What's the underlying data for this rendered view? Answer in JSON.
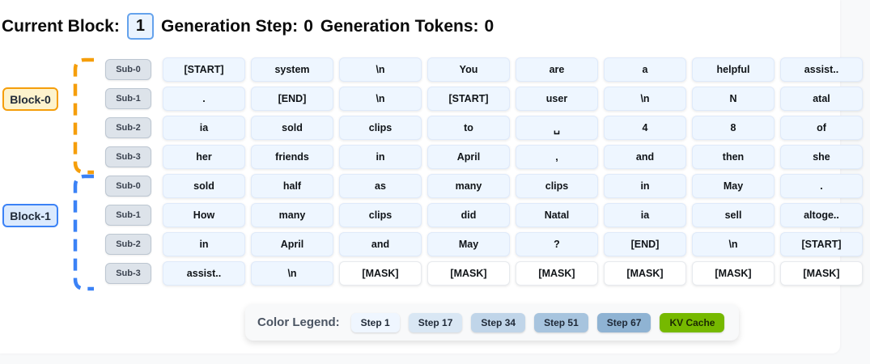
{
  "header": {
    "current_block_label": "Current Block:",
    "current_block_value": "1",
    "generation_step_label": "Generation Step:",
    "generation_step_value": "0",
    "generation_tokens_label": "Generation Tokens:",
    "generation_tokens_value": "0",
    "chip_bg": "#eaf3fe",
    "chip_border": "#64a2ec"
  },
  "blocks": [
    {
      "label": "Block-0",
      "bracket_color": "#f59e0b",
      "label_bg": "#fdf3cd",
      "label_border": "#f59e0b",
      "subs": [
        {
          "label": "Sub-0",
          "tokens": [
            "[START]",
            "system",
            "\\n",
            "You",
            "are",
            "a",
            "helpful",
            "assist.."
          ]
        },
        {
          "label": "Sub-1",
          "tokens": [
            ".",
            "[END]",
            "\\n",
            "[START]",
            "user",
            "\\n",
            "N",
            "atal"
          ]
        },
        {
          "label": "Sub-2",
          "tokens": [
            "ia",
            "sold",
            "clips",
            "to",
            "␣",
            "4",
            "8",
            "of"
          ]
        },
        {
          "label": "Sub-3",
          "tokens": [
            "her",
            "friends",
            "in",
            "April",
            ",",
            "and",
            "then",
            "she"
          ]
        }
      ]
    },
    {
      "label": "Block-1",
      "bracket_color": "#3b82f6",
      "label_bg": "#dbeafe",
      "label_border": "#3b82f6",
      "subs": [
        {
          "label": "Sub-0",
          "tokens": [
            "sold",
            "half",
            "as",
            "many",
            "clips",
            "in",
            "May",
            "."
          ]
        },
        {
          "label": "Sub-1",
          "tokens": [
            "How",
            "many",
            "clips",
            "did",
            "Natal",
            "ia",
            "sell",
            "altoge.."
          ]
        },
        {
          "label": "Sub-2",
          "tokens": [
            "in",
            "April",
            "and",
            "May",
            "?",
            "[END]",
            "\\n",
            "[START]"
          ]
        },
        {
          "label": "Sub-3",
          "tokens": [
            "assist..",
            "\\n",
            "[MASK]",
            "[MASK]",
            "[MASK]",
            "[MASK]",
            "[MASK]",
            "[MASK]"
          ]
        }
      ]
    }
  ],
  "mask_token": "[MASK]",
  "legend": {
    "title": "Color Legend:",
    "items": [
      {
        "label": "Step 1",
        "color": "#eff6ff",
        "text_color": "#1f2937"
      },
      {
        "label": "Step 17",
        "color": "#d9e7f4",
        "text_color": "#1f2937"
      },
      {
        "label": "Step 34",
        "color": "#c0d5e9",
        "text_color": "#1f2937"
      },
      {
        "label": "Step 51",
        "color": "#a7c4de",
        "text_color": "#1f2937"
      },
      {
        "label": "Step 67",
        "color": "#8fb3d3",
        "text_color": "#1f2937"
      },
      {
        "label": "KV Cache",
        "color": "#76b900",
        "text_color": "#1c2a02"
      }
    ]
  }
}
